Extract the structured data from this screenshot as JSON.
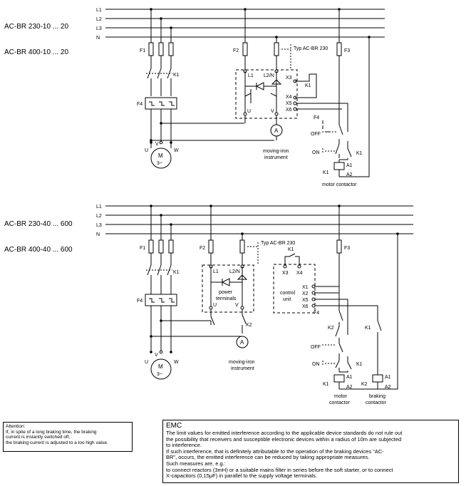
{
  "diagram1": {
    "title_lines": [
      "AC-BR 230-10 ... 20",
      "AC-BR 400-10 ... 20"
    ],
    "buses": [
      "L1",
      "L2",
      "L3",
      "N"
    ],
    "labels": {
      "f1": "F1",
      "f2": "F2",
      "f3": "F3",
      "f4": "F4",
      "k1_left": "K1",
      "k1_right": "K1",
      "k1_coil": "K1",
      "typ": "Typ AC-BR 230",
      "l1": "L1",
      "l2n": "L2/N",
      "u": "U",
      "v": "V",
      "x3": "X3",
      "x4": "X4",
      "x5": "X5",
      "x6": "X6",
      "off": "OFF",
      "on": "ON",
      "a1": "A1",
      "a2": "A2",
      "ammeter": "A",
      "meter_line1": "moving-iron",
      "meter_line2": "instrument",
      "motor_contactor": "motor contactor",
      "motor_u": "U",
      "motor_v": "V",
      "motor_w": "W",
      "motor_m": "M",
      "motor_3": "3~"
    }
  },
  "diagram2": {
    "title_lines": [
      "AC-BR 230-40 ... 600",
      "AC-BR 400-40 ... 600"
    ],
    "buses": [
      "L1",
      "L2",
      "L3",
      "N"
    ],
    "labels": {
      "f1": "F1",
      "f2": "F2",
      "f3": "F3",
      "f4": "F4",
      "k1_left": "K1",
      "k1_top": "K1",
      "k1_right": "K1",
      "k1_coil": "K1",
      "k2": "K2",
      "k2_contact": "K2",
      "k2_coil": "K2",
      "typ": "Typ AC-BR 230",
      "l1": "L1",
      "l2n": "L2/N",
      "u": "U",
      "v": "V",
      "power_terminals_1": "power",
      "power_terminals_2": "terminals",
      "control_unit_1": "control",
      "control_unit_2": "unit",
      "x1": "X1",
      "x2": "X2",
      "x3": "X3",
      "x4": "X4",
      "x5": "X5",
      "x6": "X6",
      "off": "OFF",
      "on": "ON",
      "a1": "A1",
      "a2": "A2",
      "a1b": "A1",
      "a2b": "A2",
      "ammeter": "A",
      "meter_line1": "moving-iron",
      "meter_line2": "instrument",
      "motor_contactor_1": "motor",
      "motor_contactor_2": "contactor",
      "braking_contactor_1": "braking",
      "braking_contactor_2": "contactor",
      "motor_u": "U",
      "motor_v": "V",
      "motor_w": "W",
      "motor_m": "M",
      "motor_3": "3~"
    }
  },
  "attention": {
    "lines": [
      "Attention:",
      "If, in spite of a long braking time, the braking",
      "current is instantly switched off,",
      "the braking current is adjusted to a too high value."
    ]
  },
  "emc": {
    "heading": "EMC",
    "lines": [
      "The limit values for emitted interference according to the applicable device standards do not rule out",
      "the possibility that receivers and susceptible electronic devices within a radius of 10m are subjected",
      "to interference.",
      "If such interference, that is definitely attributable to the operation of the braking devices \"AC-",
      "BR\", occurs, the emitted interference can be reduced by taking appropriate measures.",
      "Such measures are, e.g.:",
      "to connect reactors (3mH) or a suitable mains filter in series before the soft starter, or to connect",
      "X-capacitors (0,15μF) in parallel to the supply voltage terminals."
    ]
  }
}
